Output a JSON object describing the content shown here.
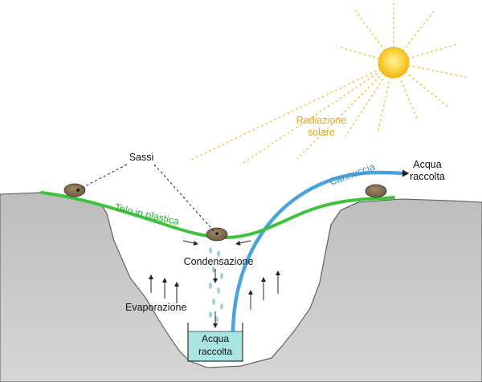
{
  "labels": {
    "sun": "Radiazione solare",
    "sun_line1": "Radiazione",
    "sun_line2": "solare",
    "stones": "Sassi",
    "plastic": "Telo in plastica",
    "straw": "Cannuccia",
    "water_out_line1": "Acqua",
    "water_out_line2": "raccolta",
    "condensation": "Condensazione",
    "evaporation": "Evaporazione",
    "container_line1": "Acqua",
    "container_line2": "raccolta"
  },
  "colors": {
    "sun": "#f7c31b",
    "sun_rays": "#f5c84a",
    "sun_text": "#e6a817",
    "plastic": "#3ec33e",
    "plastic_text": "#2fae2f",
    "straw": "#4aa3dd",
    "straw_text": "#3d8fcb",
    "water": "#a9e4e2",
    "droplets": "#9fd3d6",
    "stone": "#8a7456",
    "ground": "#c9c9c9"
  },
  "icons": [
    "sun-icon",
    "stone-icon",
    "arrow-icon"
  ]
}
